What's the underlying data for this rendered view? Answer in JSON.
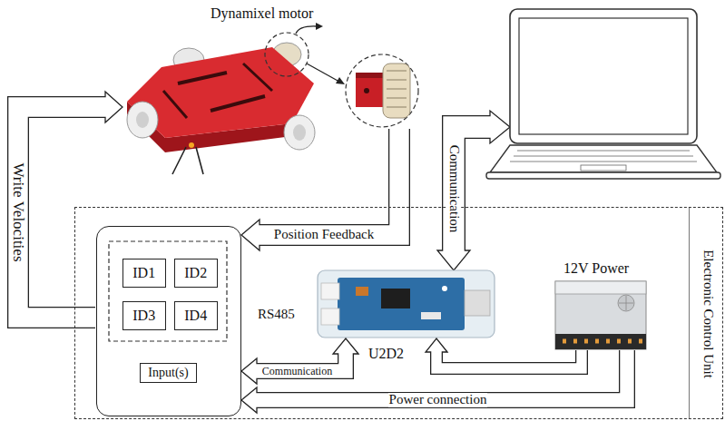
{
  "diagram": {
    "nodes": [
      {
        "text": [
          "Dynamixel motor"
        ]
      },
      {
        "text": [
          "Electronic Control Unit"
        ]
      },
      {
        "text": [
          "Input(s)"
        ],
        "in": 1
      },
      {
        "text": [
          "ID1"
        ],
        "in": 2
      },
      {
        "text": [
          "ID2"
        ],
        "in": 2
      },
      {
        "text": [
          "ID3"
        ],
        "in": 2
      },
      {
        "text": [
          "ID4"
        ],
        "in": 2
      },
      {
        "text": [
          "U2D2"
        ],
        "in": 1
      },
      {
        "text": [
          "12V Power"
        ],
        "in": 1
      }
    ],
    "edges": [
      {
        "from": 0,
        "to": 2,
        "label": "Position Feedback",
        "arrow": "to"
      },
      {
        "from": 7,
        "to": 2,
        "label": "Communication",
        "arrow": "both"
      },
      {
        "from": 8,
        "to": 7,
        "arrow": "to"
      },
      {
        "from": 8,
        "to": 2,
        "label": "Power connection",
        "arrow": "to"
      }
    ],
    "labels": [
      "Write Velocities",
      "Communication",
      "RS485"
    ]
  }
}
